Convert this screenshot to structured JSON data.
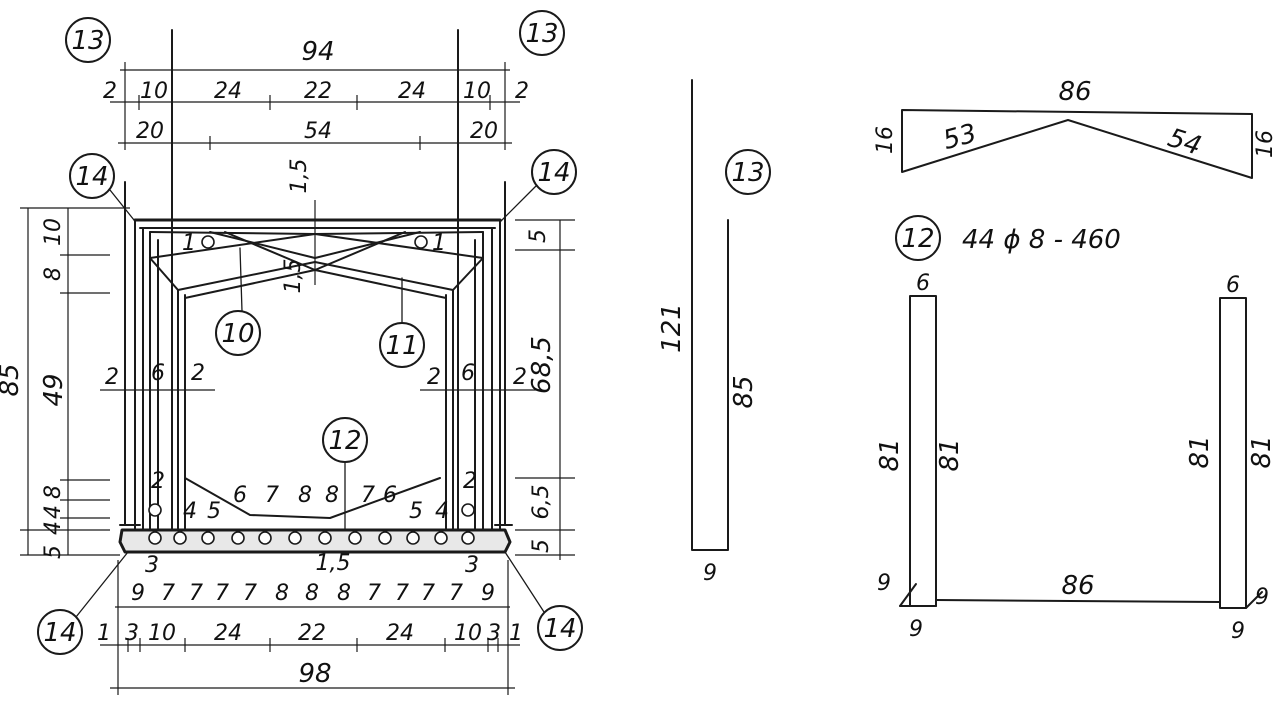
{
  "callouts": {
    "c13": "13",
    "c14": "14",
    "c10": "10",
    "c11": "11",
    "c12": "12"
  },
  "section": {
    "top_overall": "94",
    "top_row1": [
      "2",
      "10",
      "24",
      "22",
      "24",
      "10",
      "2"
    ],
    "top_row2_left": "20",
    "top_row2_mid": "54",
    "top_row2_right": "20",
    "left_overall": "85",
    "left_parts": [
      "10",
      "8",
      "49",
      "8",
      "4",
      "4",
      "5"
    ],
    "right_overall": "68,5",
    "right_parts": [
      "5",
      "6,5",
      "5"
    ],
    "small_15_top": "1,5",
    "small_15_mid": "1,5",
    "bar_no_1": "1",
    "inner_left": [
      "2",
      "6",
      "2"
    ],
    "inner_right": [
      "2",
      "6",
      "2"
    ],
    "bar_counts": [
      "6",
      "7",
      "8",
      "8",
      "7",
      "6"
    ],
    "bar_small_left": [
      "2",
      "4",
      "5"
    ],
    "bar_small_right": [
      "5",
      "4",
      "2"
    ],
    "bottom_three": "3",
    "bottom_15": "1,5",
    "bottom_row1": [
      "9",
      "7",
      "7",
      "7",
      "7",
      "8",
      "8",
      "8",
      "7",
      "7",
      "7",
      "7",
      "9"
    ],
    "bottom_row2": [
      "1",
      "3",
      "10",
      "24",
      "22",
      "24",
      "10",
      "3",
      "1"
    ],
    "bottom_overall": "98"
  },
  "bar13": {
    "long": "121",
    "short": "85",
    "base": "9"
  },
  "bar14": {
    "top": "86",
    "left_side": "16",
    "right_side": "16",
    "left_diag": "53",
    "right_diag": "54"
  },
  "bar12": {
    "spec": "44 ϕ 8 - 460",
    "top_left": "6",
    "top_right": "6",
    "leg_outer_left": "81",
    "leg_inner_left": "81",
    "leg_outer_right": "81",
    "leg_inner_right": "81",
    "span": "86",
    "foot_left_a": "9",
    "foot_left_b": "9",
    "foot_right_a": "9",
    "foot_right_b": "9"
  }
}
